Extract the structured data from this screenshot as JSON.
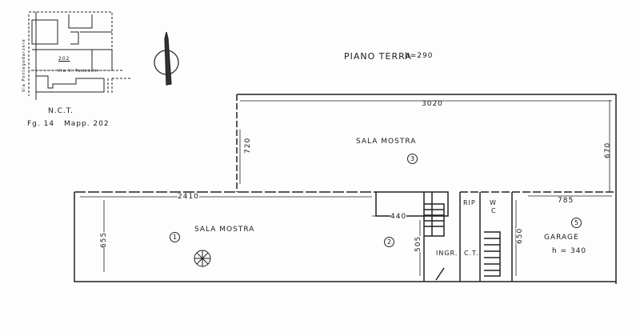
{
  "title": "PIANO TERRA",
  "height_label": "h=290",
  "map": {
    "parcel": "202",
    "street1": "Via V. Tedeschi",
    "street2": "Via Pontegodarzere",
    "registry": "N.C.T.",
    "sheet": "Fg. 14",
    "parcel_ref": "Mapp. 202"
  },
  "dims": {
    "d3020": "3020",
    "d720": "720",
    "d670": "670",
    "d2410": "2410",
    "d785": "785",
    "d655": "655",
    "d440": "440",
    "d505": "505",
    "d650": "650"
  },
  "rooms": {
    "r1": {
      "num": "1",
      "name": "SALA   MOSTRA"
    },
    "r2": {
      "num": "2"
    },
    "r3": {
      "num": "3",
      "name": "SALA   MOSTRA"
    },
    "r5": {
      "num": "5",
      "name": "GARAGE",
      "height": "h = 340"
    },
    "ingr": "INGR.",
    "ct": "C.T.",
    "rip": "RIP",
    "w": "W",
    "c": "C"
  }
}
